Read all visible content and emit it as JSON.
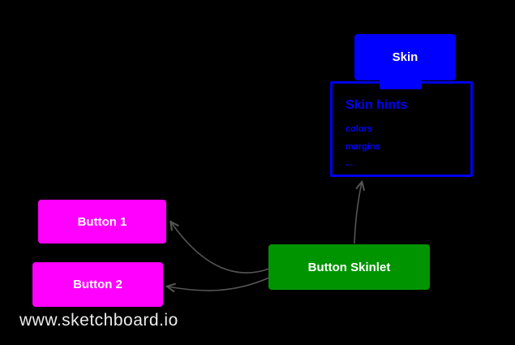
{
  "diagram": {
    "watermark": "www.sketchboard.io",
    "nodes": {
      "skin": {
        "label": "Skin",
        "color": "#0000ff"
      },
      "skin_hints": {
        "title": "Skin hints",
        "items": [
          "colors",
          "margins",
          "..."
        ],
        "border_color": "#0000ee",
        "text_color": "#0000ff"
      },
      "button1": {
        "label": "Button 1",
        "color": "#ff00ff"
      },
      "button2": {
        "label": "Button 2",
        "color": "#ff00ff"
      },
      "button_skinlet": {
        "label": "Button Skinlet",
        "color": "#009400"
      }
    },
    "connectors": {
      "color": "#555555",
      "edges": [
        {
          "from": "button_skinlet",
          "to": "button1"
        },
        {
          "from": "button_skinlet",
          "to": "button2"
        },
        {
          "from": "button_skinlet",
          "to": "skin_hints"
        }
      ]
    }
  }
}
